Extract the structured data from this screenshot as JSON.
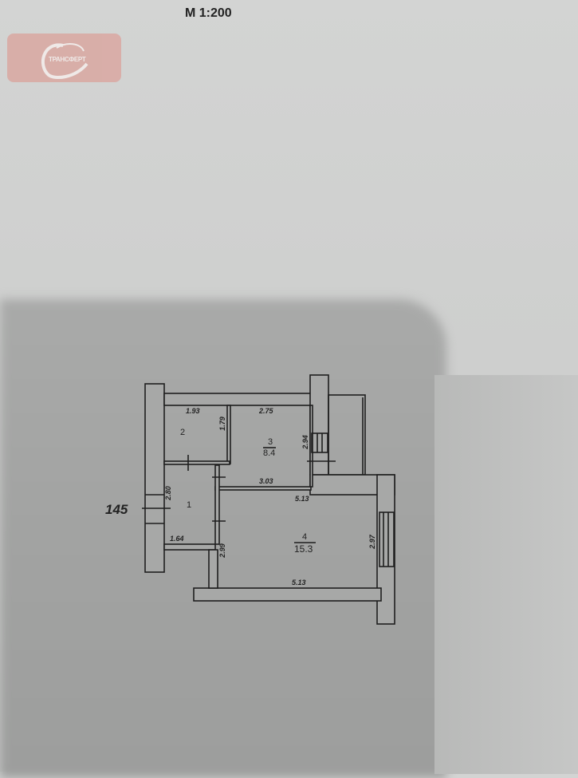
{
  "header": {
    "scale": "М 1:200"
  },
  "logo": {
    "text": "ТРАНСФЕРТ"
  },
  "plan": {
    "marker": "145",
    "rooms": [
      {
        "number": "1",
        "area": ""
      },
      {
        "number": "2",
        "area": ""
      },
      {
        "number": "3",
        "area": "8.4"
      },
      {
        "number": "4",
        "area": "15.3"
      }
    ],
    "dimensions": {
      "r2_width": "1.93",
      "r2_height": "1.79",
      "r3_top": "2.75",
      "r3_height": "2.94",
      "r3_bottom": "3.03",
      "r1_height": "2.80",
      "r1_width": "1.64",
      "r4_top": "5.13",
      "r4_left": "2.99",
      "r4_right": "2.97",
      "r4_bottom": "5.13"
    }
  },
  "colors": {
    "wall": "#a7a8a7",
    "line": "#1e1e1e",
    "logo": "#d9aaa4"
  }
}
